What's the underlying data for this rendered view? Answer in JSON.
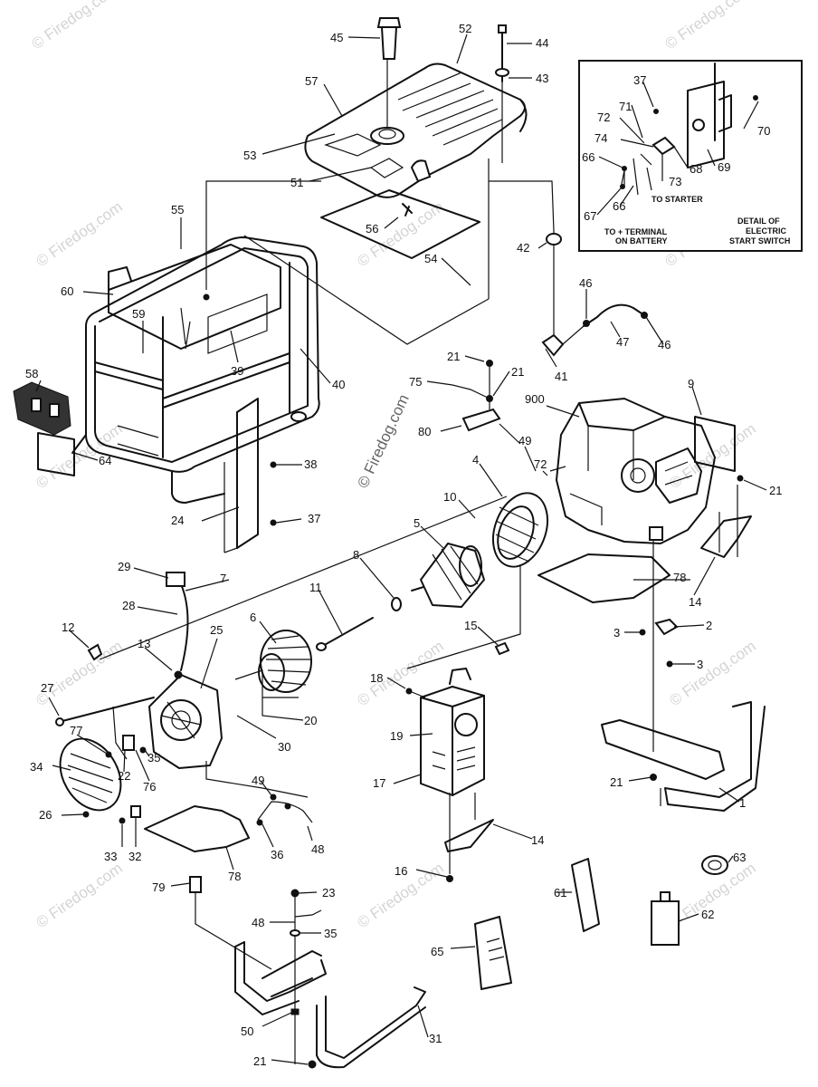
{
  "watermark": "© Firedog.com",
  "center_watermark": "© Firedog.com",
  "inset": {
    "title_lines": [
      "DETAIL OF",
      "ELECTRIC",
      "START SWITCH"
    ],
    "to_starter": "TO STARTER",
    "to_battery_lines": [
      "TO + TERMINAL",
      "ON BATTERY"
    ]
  },
  "labels": [
    {
      "id": "45",
      "text": "45"
    },
    {
      "id": "52",
      "text": "52"
    },
    {
      "id": "44",
      "text": "44"
    },
    {
      "id": "43",
      "text": "43"
    },
    {
      "id": "57",
      "text": "57"
    },
    {
      "id": "53",
      "text": "53"
    },
    {
      "id": "51",
      "text": "51"
    },
    {
      "id": "56",
      "text": "56"
    },
    {
      "id": "54",
      "text": "54"
    },
    {
      "id": "55",
      "text": "55"
    },
    {
      "id": "42",
      "text": "42"
    },
    {
      "id": "60",
      "text": "60"
    },
    {
      "id": "59",
      "text": "59"
    },
    {
      "id": "39",
      "text": "39"
    },
    {
      "id": "40",
      "text": "40"
    },
    {
      "id": "58",
      "text": "58"
    },
    {
      "id": "46a",
      "text": "46"
    },
    {
      "id": "47",
      "text": "47"
    },
    {
      "id": "46b",
      "text": "46"
    },
    {
      "id": "41",
      "text": "41"
    },
    {
      "id": "21a",
      "text": "21"
    },
    {
      "id": "21b",
      "text": "21"
    },
    {
      "id": "75",
      "text": "75"
    },
    {
      "id": "900",
      "text": "900"
    },
    {
      "id": "9",
      "text": "9"
    },
    {
      "id": "80",
      "text": "80"
    },
    {
      "id": "49a",
      "text": "49"
    },
    {
      "id": "72a",
      "text": "72"
    },
    {
      "id": "38",
      "text": "38"
    },
    {
      "id": "64",
      "text": "64"
    },
    {
      "id": "21c",
      "text": "21"
    },
    {
      "id": "4",
      "text": "4"
    },
    {
      "id": "10",
      "text": "10"
    },
    {
      "id": "37a",
      "text": "37"
    },
    {
      "id": "24",
      "text": "24"
    },
    {
      "id": "5",
      "text": "5"
    },
    {
      "id": "14a",
      "text": "14"
    },
    {
      "id": "78a",
      "text": "78"
    },
    {
      "id": "8",
      "text": "8"
    },
    {
      "id": "29",
      "text": "29"
    },
    {
      "id": "7",
      "text": "7"
    },
    {
      "id": "11",
      "text": "11"
    },
    {
      "id": "28",
      "text": "28"
    },
    {
      "id": "6",
      "text": "6"
    },
    {
      "id": "12",
      "text": "12"
    },
    {
      "id": "25",
      "text": "25"
    },
    {
      "id": "15",
      "text": "15"
    },
    {
      "id": "2",
      "text": "2"
    },
    {
      "id": "3a",
      "text": "3"
    },
    {
      "id": "13",
      "text": "13"
    },
    {
      "id": "3b",
      "text": "3"
    },
    {
      "id": "27",
      "text": "27"
    },
    {
      "id": "18",
      "text": "18"
    },
    {
      "id": "20",
      "text": "20"
    },
    {
      "id": "30",
      "text": "30"
    },
    {
      "id": "19",
      "text": "19"
    },
    {
      "id": "77",
      "text": "77"
    },
    {
      "id": "35a",
      "text": "35"
    },
    {
      "id": "34",
      "text": "34"
    },
    {
      "id": "22",
      "text": "22"
    },
    {
      "id": "76",
      "text": "76"
    },
    {
      "id": "21d",
      "text": "21"
    },
    {
      "id": "17",
      "text": "17"
    },
    {
      "id": "1",
      "text": "1"
    },
    {
      "id": "49b",
      "text": "49"
    },
    {
      "id": "26",
      "text": "26"
    },
    {
      "id": "14b",
      "text": "14"
    },
    {
      "id": "33",
      "text": "33"
    },
    {
      "id": "32",
      "text": "32"
    },
    {
      "id": "36",
      "text": "36"
    },
    {
      "id": "48a",
      "text": "48"
    },
    {
      "id": "78b",
      "text": "78"
    },
    {
      "id": "16",
      "text": "16"
    },
    {
      "id": "63",
      "text": "63"
    },
    {
      "id": "79",
      "text": "79"
    },
    {
      "id": "23",
      "text": "23"
    },
    {
      "id": "61",
      "text": "61"
    },
    {
      "id": "62",
      "text": "62"
    },
    {
      "id": "48b",
      "text": "48"
    },
    {
      "id": "35b",
      "text": "35"
    },
    {
      "id": "65",
      "text": "65"
    },
    {
      "id": "31",
      "text": "31"
    },
    {
      "id": "50",
      "text": "50"
    },
    {
      "id": "21e",
      "text": "21"
    },
    {
      "id": "37b",
      "text": "37"
    },
    {
      "id": "71",
      "text": "71"
    },
    {
      "id": "72b",
      "text": "72"
    },
    {
      "id": "70",
      "text": "70"
    },
    {
      "id": "74",
      "text": "74"
    },
    {
      "id": "66a",
      "text": "66"
    },
    {
      "id": "68",
      "text": "68"
    },
    {
      "id": "73",
      "text": "73"
    },
    {
      "id": "69",
      "text": "69"
    },
    {
      "id": "67",
      "text": "67"
    },
    {
      "id": "66b",
      "text": "66"
    }
  ]
}
